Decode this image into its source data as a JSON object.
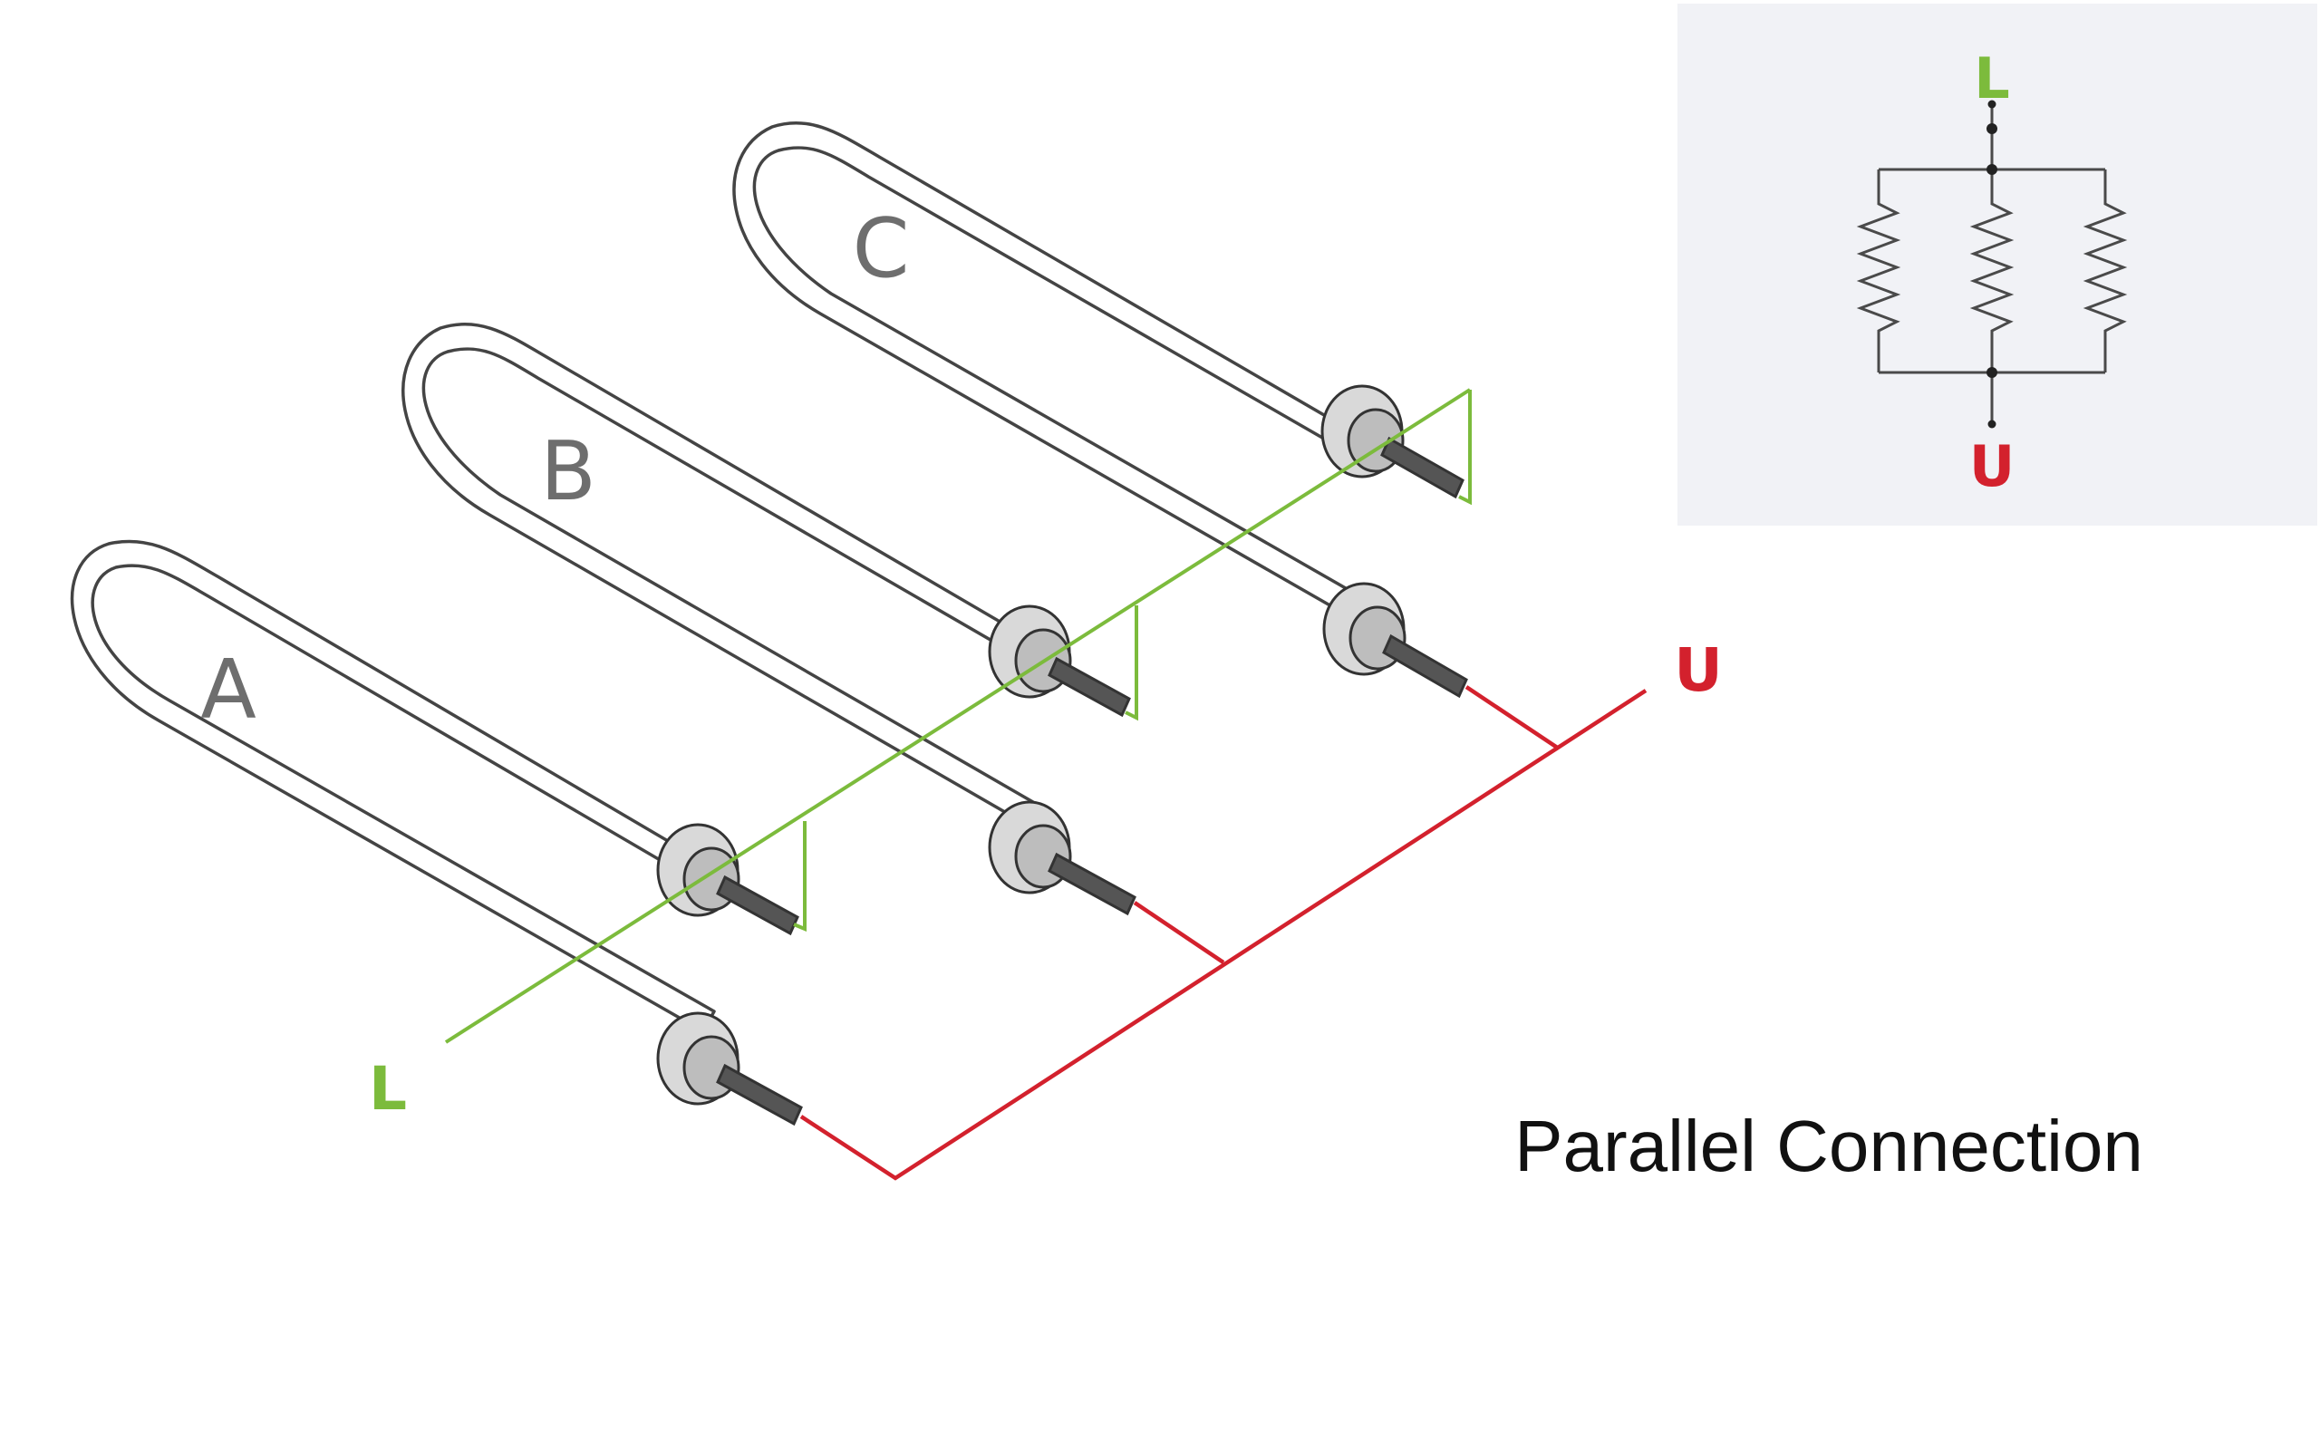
{
  "colors": {
    "line_wire": "#7cbb3c",
    "neutral_wire": "#d3212d",
    "element_outline": "#444444",
    "element_label": "#6e6e6e",
    "inset_background": "#f1f2f6",
    "title": "#111111"
  },
  "elements": [
    {
      "label": "A"
    },
    {
      "label": "B"
    },
    {
      "label": "C"
    }
  ],
  "wires": {
    "line": {
      "label": "L"
    },
    "neutral": {
      "label": "U"
    }
  },
  "schematic": {
    "top_label": "L",
    "bottom_label": "U",
    "resistor_count": 3
  },
  "title": "Parallel Connection"
}
